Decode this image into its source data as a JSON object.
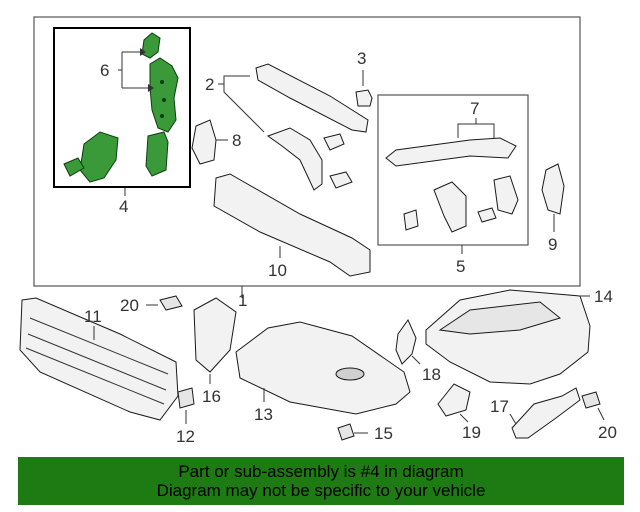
{
  "diagram": {
    "callouts": {
      "c1": "1",
      "c2": "2",
      "c3": "3",
      "c4": "4",
      "c5": "5",
      "c6": "6",
      "c7": "7",
      "c8": "8",
      "c9": "9",
      "c10": "10",
      "c11": "11",
      "c12": "12",
      "c13": "13",
      "c14": "14",
      "c15": "15",
      "c16": "16",
      "c17": "17",
      "c18": "18",
      "c19": "19",
      "c20a": "20",
      "c20b": "20"
    },
    "highlight_color": "#3a9a3a"
  },
  "banner": {
    "line1": "Part or sub-assembly is #4 in diagram",
    "line2": "Diagram may not be specific to your vehicle",
    "color": "#1e7a12"
  }
}
